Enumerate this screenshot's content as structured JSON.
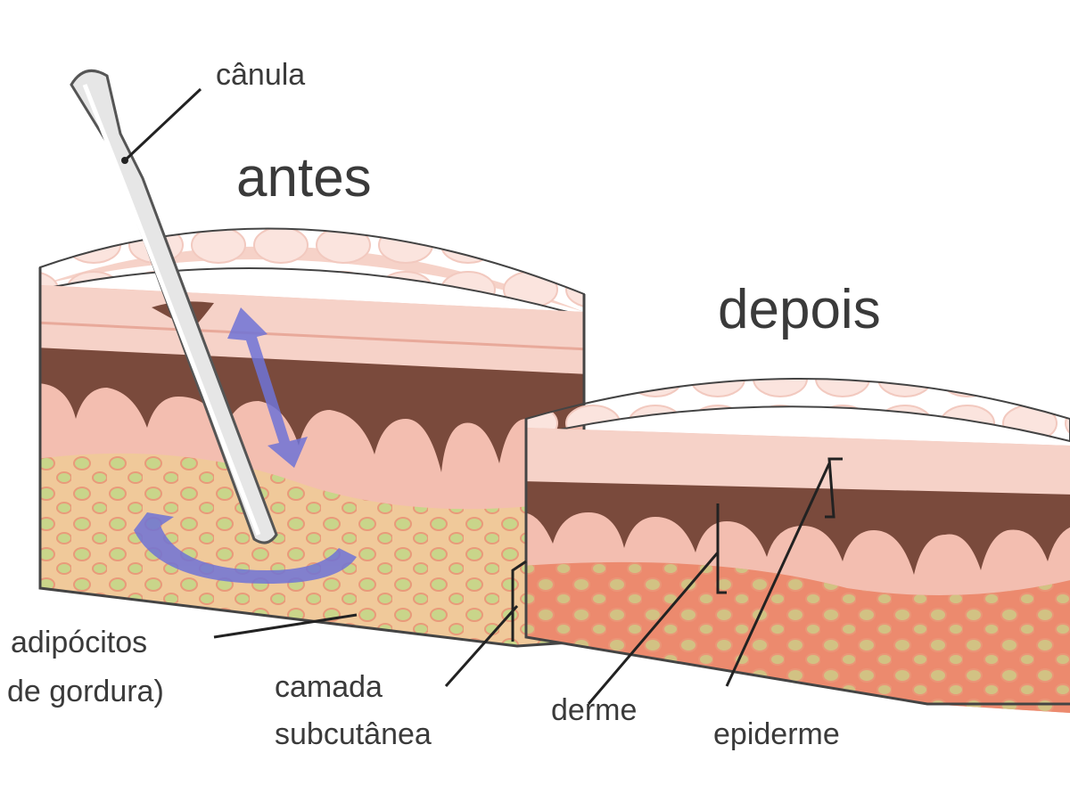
{
  "titles": {
    "before": "antes",
    "after": "depois"
  },
  "labels": {
    "cannula": "cânula",
    "adipocytes_line1": "adipócitos",
    "adipocytes_line2": "de gordura)",
    "subcutaneous_line1": "camada",
    "subcutaneous_line2": "subcutânea",
    "dermis": "derme",
    "epidermis": "epiderme"
  },
  "colors": {
    "epidermis": "#f6d2c8",
    "melanin": "#7a4a3c",
    "dermis": "#f3beb0",
    "fat_before": "#f0c99a",
    "fat_after": "#ec8a6e",
    "fat_cells": "#c9d58a",
    "arrow": "#6f73d6",
    "cannula": "#e6e6e6"
  }
}
